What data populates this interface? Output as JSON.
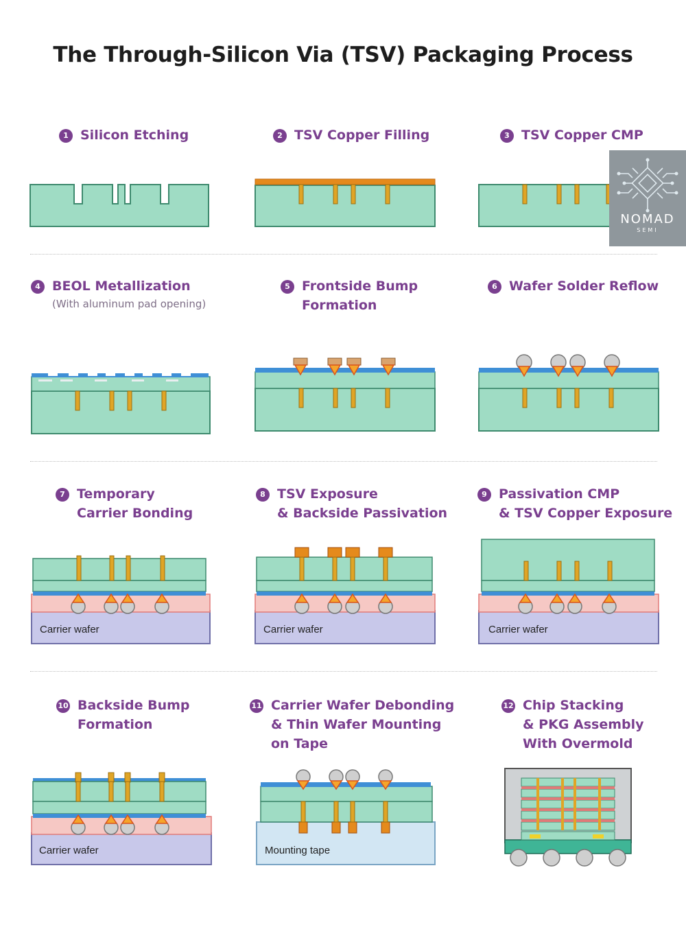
{
  "title": "The Through-Silicon Via (TSV) Packaging Process",
  "logo": {
    "name": "NOMAD",
    "sub": "SEMI"
  },
  "steps": [
    {
      "number": "1",
      "label": "Silicon Etching"
    },
    {
      "number": "2",
      "label": "TSV Copper Filling"
    },
    {
      "number": "3",
      "label": "TSV Copper CMP"
    },
    {
      "number": "4",
      "label": "BEOL Metallization",
      "note": "(With aluminum pad opening)"
    },
    {
      "number": "5",
      "label": "Frontside Bump",
      "label_line2": "Formation"
    },
    {
      "number": "6",
      "label": "Wafer Solder Reflow"
    },
    {
      "number": "7",
      "label": "Temporary",
      "label_line2": "Carrier Bonding"
    },
    {
      "number": "8",
      "label": "TSV Exposure",
      "label_line2": "& Backside Passivation"
    },
    {
      "number": "9",
      "label": "Passivation CMP",
      "label_line2": "& TSV Copper Exposure"
    },
    {
      "number": "10",
      "label": "Backside Bump",
      "label_line2": "Formation"
    },
    {
      "number": "11",
      "label": "Carrier Wafer Debonding",
      "label_line2": "& Thin Wafer Mounting",
      "label_line3": "on Tape"
    },
    {
      "number": "12",
      "label": "Chip Stacking",
      "label_line2": "& PKG Assembly",
      "label_line3": "With Overmold"
    }
  ],
  "labels": {
    "carrier_wafer": "Carrier wafer",
    "mounting_tape": "Mounting tape"
  },
  "colors": {
    "silicon": "#9fdcc4",
    "silicon_edge": "#3e8a6e",
    "copper": "#e0a526",
    "passivation": "#3f8fd6",
    "bonding": "#f6c8c4",
    "carrier": "#c8c8ea",
    "tape": "#d2e6f3",
    "solder": "#cfcfcf",
    "accent": "#7a3f8f"
  }
}
